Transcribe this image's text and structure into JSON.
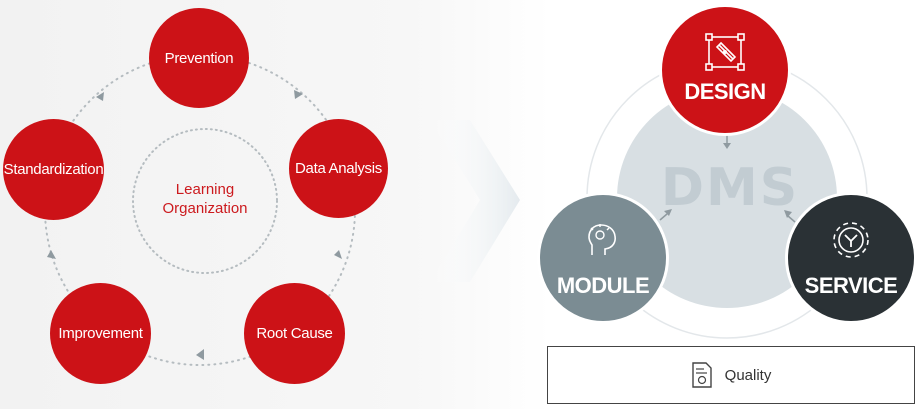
{
  "left_cycle": {
    "center_label_line1": "Learning",
    "center_label_line2": "Organization",
    "steps": [
      {
        "label": "Prevention"
      },
      {
        "label": "Data Analysis"
      },
      {
        "label": "Root Cause"
      },
      {
        "label": "Improvement"
      },
      {
        "label": "Standardization"
      }
    ]
  },
  "right_diagram": {
    "center_label": "DMS",
    "design_label": "DESIGN",
    "module_label": "MODULE",
    "service_label": "SERVICE",
    "quality_label": "Quality"
  },
  "colors": {
    "red": "#cc1217",
    "grey": "#7b8c93",
    "dark": "#2a3135",
    "dms_circle": "#d8dfe3"
  },
  "icons": {
    "design": "design-tool-icon",
    "module": "lightbulb-head-icon",
    "service": "gear-check-icon",
    "quality": "certificate-document-icon",
    "transition": "chevron-arrow-icon"
  }
}
